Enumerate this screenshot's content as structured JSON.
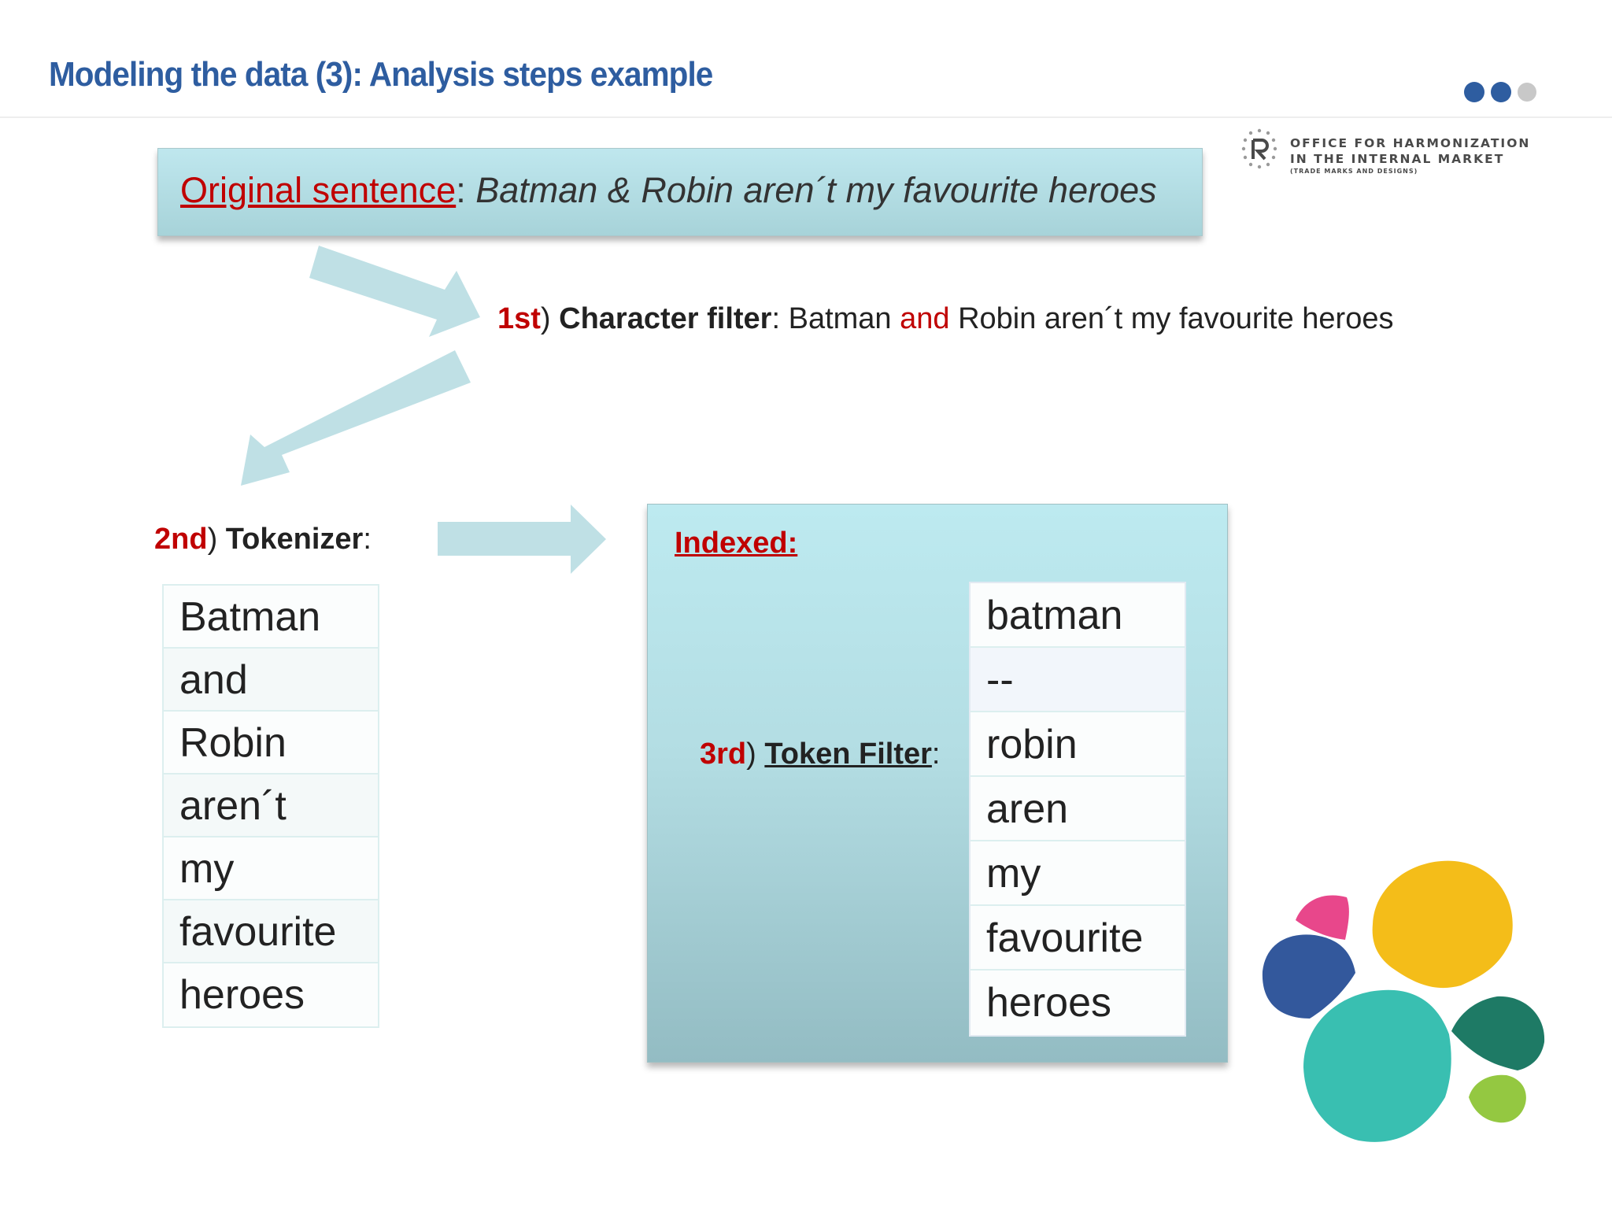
{
  "header": {
    "title": "Modeling the data (3): Analysis steps example"
  },
  "nav_dots": [
    {
      "color": "#2e5da0"
    },
    {
      "color": "#2e5da0"
    },
    {
      "color": "#c8c8c8"
    }
  ],
  "ohim_logo": {
    "lines": [
      "OFFICE FOR HARMONIZATION",
      "IN THE INTERNAL MARKET",
      "(TRADE MARKS AND DESIGNS)"
    ]
  },
  "original": {
    "label": "Original sentence",
    "separator": ": ",
    "sentence": "Batman & Robin aren´t my favourite heroes"
  },
  "step1": {
    "num": "1st",
    "paren": ") ",
    "label": "Character filter",
    "colon": ": ",
    "text_before": "Batman ",
    "replaced": "and",
    "text_after": " Robin aren´t my favourite heroes"
  },
  "step2": {
    "num": "2nd",
    "paren": ") ",
    "label": "Tokenizer",
    "colon": ":",
    "tokens": [
      "Batman",
      "and",
      "Robin",
      "aren´t",
      "my",
      "favourite",
      "heroes"
    ]
  },
  "step3": {
    "num": "3rd",
    "paren": ") ",
    "label": "Token Filter",
    "colon": ":"
  },
  "indexed": {
    "label": "Indexed:",
    "terms": [
      "batman",
      "--",
      "robin",
      "aren",
      "my",
      "favourite",
      "heroes"
    ]
  },
  "colors": {
    "title_blue": "#2e5da0",
    "highlight_red": "#c00000",
    "box_teal": "#b3dde3",
    "arrow_teal": "#bfe0e5"
  },
  "icons": {
    "ohim_logo": "ohim-logo-icon",
    "elastic_logo": "elastic-logo-icon",
    "arrows": "arrow-icon"
  }
}
